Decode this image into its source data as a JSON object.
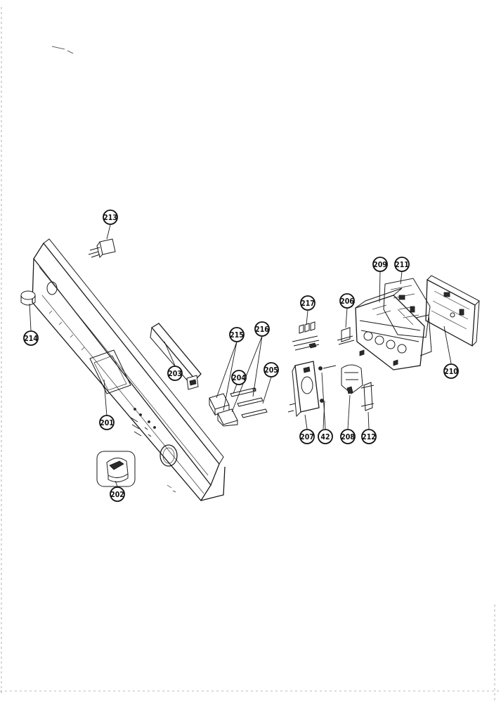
{
  "diagram": {
    "callouts": [
      {
        "id": "c213",
        "text": "213"
      },
      {
        "id": "c214",
        "text": "214"
      },
      {
        "id": "c201",
        "text": "201"
      },
      {
        "id": "c202",
        "text": "202"
      },
      {
        "id": "c203",
        "text": "203"
      },
      {
        "id": "c215",
        "text": "215"
      },
      {
        "id": "c216",
        "text": "216"
      },
      {
        "id": "c204",
        "text": "204"
      },
      {
        "id": "c205",
        "text": "205"
      },
      {
        "id": "c217",
        "text": "217"
      },
      {
        "id": "c206",
        "text": "206"
      },
      {
        "id": "c209",
        "text": "209"
      },
      {
        "id": "c211",
        "text": "211"
      },
      {
        "id": "c210",
        "text": "210"
      },
      {
        "id": "c207",
        "text": "207"
      },
      {
        "id": "c42",
        "text": "42"
      },
      {
        "id": "c208",
        "text": "208"
      },
      {
        "id": "c212",
        "text": "212"
      }
    ]
  }
}
